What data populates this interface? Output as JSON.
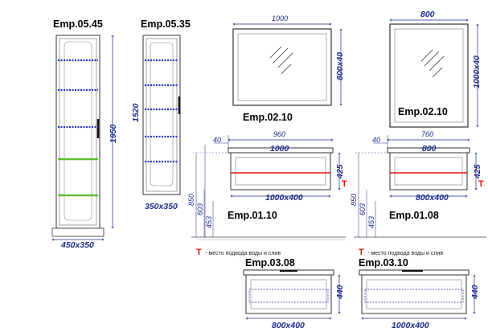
{
  "titles": {
    "emp_05_45": "Emp.05.45",
    "emp_05_35": "Emp.05.35",
    "mirror_1000": "Emp.02.10",
    "mirror_800": "Emp.02.10",
    "emp_01_10": "Emp.01.10",
    "emp_01_08": "Emp.01.08",
    "emp_03_08": "Emp.03.08",
    "emp_03_10": "Emp.03.10"
  },
  "dims": {
    "cab_45_size": "450x350",
    "cab_45_height": "1950",
    "cab_35_size": "350x350",
    "cab_35_height": "1520",
    "mirror_1000_width": "1000",
    "mirror_1000_height": "800x40",
    "mirror_800_width": "800",
    "mirror_800_height": "1000x40",
    "v10_inner": "960",
    "v10_offset": "40",
    "v10_top": "1000",
    "v10_height": "425",
    "v10_size": "1000x400",
    "v10_h1": "850",
    "v10_h2": "603",
    "v10_h3": "453",
    "v08_inner": "760",
    "v08_offset": "40",
    "v08_top": "800",
    "v08_height": "425",
    "v08_size": "800x400",
    "v08_h1": "850",
    "v08_h2": "603",
    "v08_h3": "453",
    "v38_size": "800x400",
    "v38_height": "440",
    "v310_size": "1000x400",
    "v310_height": "440"
  },
  "legend": {
    "marker": "T",
    "text": "- место подвода воды и слив"
  },
  "colors": {
    "dimension": "#1e2d8f",
    "shelf_glass": "#2233cc",
    "shelf_green": "#66bb33",
    "water_marker": "#e01010"
  },
  "icons": [
    "mirror-glare-icon",
    "handle-icon",
    "water-outlet-icon"
  ]
}
